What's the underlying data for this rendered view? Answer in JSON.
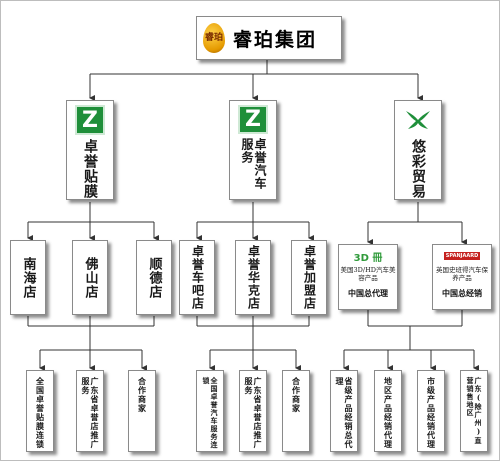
{
  "root": {
    "title": "睿珀集团",
    "logo_text": "睿珀"
  },
  "branches": [
    {
      "name": "卓誉贴膜",
      "logo_glyph": "Z",
      "stores": [
        "南海店",
        "佛山店",
        "顺德店"
      ],
      "services": [
        "全国卓誉贴膜连锁",
        "广东省卓誉店推广服务",
        "合作商家"
      ]
    },
    {
      "name": "卓誉汽车服务",
      "logo_glyph": "Z",
      "stores": [
        "卓誉车吧店",
        "卓誉华克店",
        "卓誉加盟店"
      ],
      "services": [
        "全国卓誉汽车服务连锁",
        "广东省卓誉店推广服务",
        "合作商家"
      ]
    },
    {
      "name": "悠彩贸易",
      "logo_glyph": "X",
      "stores": [
        {
          "brand": "3D 冊",
          "desc": "美国3D/HD汽车美容产品",
          "agent": "中国总代理"
        },
        {
          "brand": "SPANJAARD",
          "desc": "英国史班得汽车保养产品",
          "agent": "中国总经销"
        }
      ],
      "services": [
        "省级产品经销总代理",
        "地区产品经销代理",
        "市级产品经销代理",
        "广东(除广州)直营销售地区"
      ]
    }
  ],
  "colors": {
    "logo_green": "#1f8f3a",
    "line": "#333333",
    "spanjaard_red": "#c5211f"
  }
}
